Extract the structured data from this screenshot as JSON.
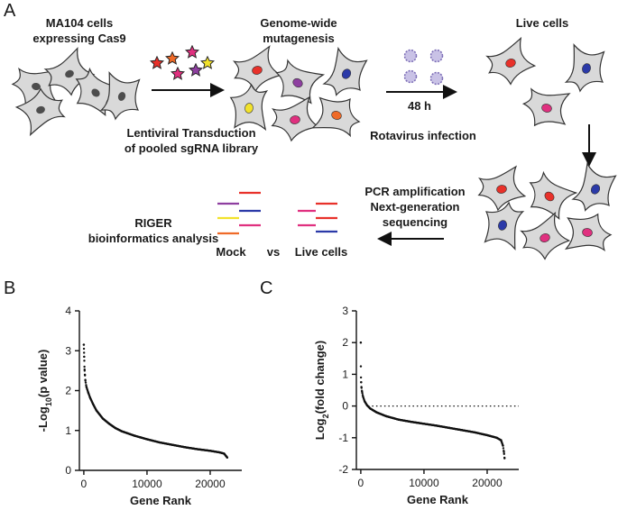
{
  "panels": {
    "a": "A",
    "b": "B",
    "c": "C"
  },
  "schematic": {
    "step1_line1": "MA104 cells",
    "step1_line2": "expressing Cas9",
    "step2_line1": "Genome-wide",
    "step2_line2": "mutagenesis",
    "transduction_line1": "Lentiviral Transduction",
    "transduction_line2": "of pooled sgRNA library",
    "time_label": "48 h",
    "infection_label": "Rotavirus infection",
    "live_cells_label": "Live cells",
    "pcr_line1": "PCR amplification",
    "pcr_line2": "Next-generation",
    "pcr_line3": "sequencing",
    "riger_line1": "RIGER",
    "riger_line2": "bioinformatics analysis",
    "mock_label": "Mock",
    "vs_label": "vs",
    "compare_live_label": "Live cells",
    "colors": {
      "cell_fill": "#d9d9d9",
      "nucleus_gray": "#4d4d4d",
      "red": "#e8312a",
      "purple": "#8e3fa0",
      "blue": "#2b3aa8",
      "yellow": "#f2e22b",
      "magenta": "#e0307f",
      "orange": "#ef6a28",
      "virus": "#9a8cc8"
    }
  },
  "chart_data": [
    {
      "type": "scatter",
      "panel": "B",
      "title": "",
      "xlabel": "Gene Rank",
      "ylabel_parts": [
        "-Log",
        "10",
        "(p value)"
      ],
      "xlim": [
        -700,
        25000
      ],
      "ylim": [
        0,
        4
      ],
      "xticks": [
        0,
        10000,
        20000
      ],
      "xtick_labels": [
        "0",
        "10000",
        "20000"
      ],
      "yticks": [
        0,
        1,
        2,
        3,
        4
      ],
      "ytick_labels": [
        "0",
        "1",
        "2",
        "3",
        "4"
      ],
      "grid": false,
      "points": [
        [
          0,
          3.15
        ],
        [
          20,
          3.05
        ],
        [
          40,
          2.95
        ],
        [
          60,
          2.85
        ],
        [
          80,
          2.75
        ],
        [
          100,
          2.6
        ],
        [
          130,
          2.5
        ],
        [
          170,
          2.4
        ],
        [
          250,
          2.25
        ],
        [
          400,
          2.1
        ],
        [
          700,
          1.95
        ],
        [
          1000,
          1.82
        ],
        [
          1500,
          1.65
        ],
        [
          2000,
          1.5
        ],
        [
          3000,
          1.3
        ],
        [
          4000,
          1.17
        ],
        [
          5000,
          1.06
        ],
        [
          6000,
          0.98
        ],
        [
          8000,
          0.87
        ],
        [
          10000,
          0.78
        ],
        [
          12000,
          0.7
        ],
        [
          14000,
          0.64
        ],
        [
          16000,
          0.58
        ],
        [
          18000,
          0.53
        ],
        [
          20000,
          0.49
        ],
        [
          21500,
          0.45
        ],
        [
          22200,
          0.42
        ],
        [
          22500,
          0.36
        ],
        [
          22700,
          0.32
        ]
      ]
    },
    {
      "type": "scatter",
      "panel": "C",
      "title": "",
      "xlabel": "Gene Rank",
      "ylabel_parts": [
        "Log",
        "2",
        "(fold change)"
      ],
      "xlim": [
        -700,
        25000
      ],
      "ylim": [
        -2,
        3
      ],
      "xticks": [
        0,
        10000,
        20000
      ],
      "xtick_labels": [
        "0",
        "10000",
        "20000"
      ],
      "yticks": [
        -2,
        -1,
        0,
        1,
        2,
        3
      ],
      "ytick_labels": [
        "-2",
        "-1",
        "0",
        "1",
        "2",
        "3"
      ],
      "grid": false,
      "reference_line_y": 0,
      "points": [
        [
          0,
          2.0
        ],
        [
          10,
          1.25
        ],
        [
          30,
          0.9
        ],
        [
          60,
          0.75
        ],
        [
          100,
          0.6
        ],
        [
          200,
          0.45
        ],
        [
          350,
          0.3
        ],
        [
          600,
          0.15
        ],
        [
          1000,
          0.02
        ],
        [
          1500,
          -0.08
        ],
        [
          2500,
          -0.2
        ],
        [
          4000,
          -0.32
        ],
        [
          6000,
          -0.43
        ],
        [
          8000,
          -0.5
        ],
        [
          10000,
          -0.56
        ],
        [
          12000,
          -0.62
        ],
        [
          14000,
          -0.69
        ],
        [
          16000,
          -0.76
        ],
        [
          18000,
          -0.83
        ],
        [
          20000,
          -0.92
        ],
        [
          21500,
          -1.0
        ],
        [
          22200,
          -1.08
        ],
        [
          22500,
          -1.25
        ],
        [
          22650,
          -1.45
        ],
        [
          22750,
          -1.65
        ]
      ]
    }
  ]
}
